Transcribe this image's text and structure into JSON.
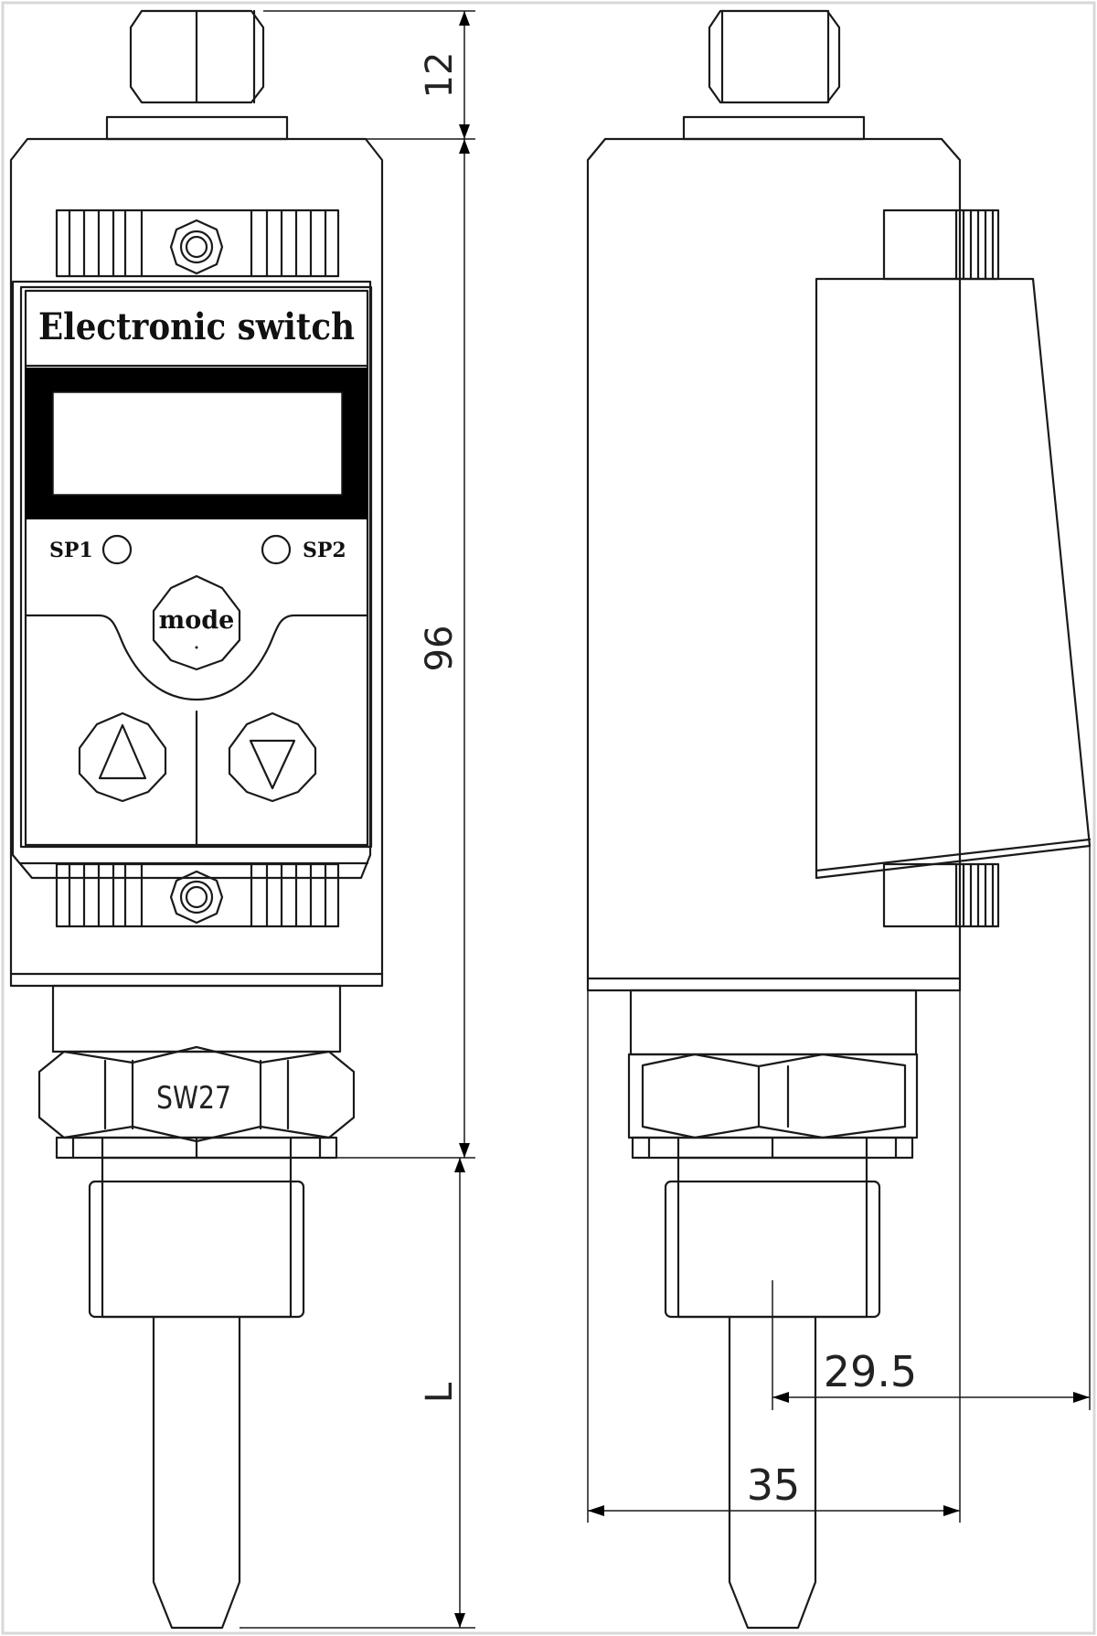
{
  "front_view": {
    "title_text": "Electronic switch",
    "led1_label": "SP1",
    "led2_label": "SP2",
    "mode_button_label": "mode",
    "hex_label": "SW27"
  },
  "dimensions": {
    "top": "12",
    "body_height": "96",
    "probe_length": "L",
    "side_offset": "29.5",
    "width": "35"
  }
}
